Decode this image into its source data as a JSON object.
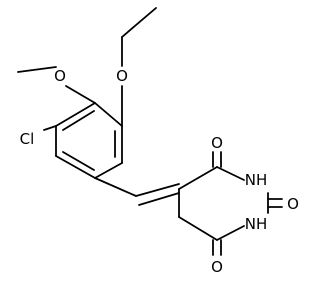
{
  "molecule": {
    "atoms": {
      "chlorine": "Cl",
      "ether_oxygen_ethoxy": "O",
      "ether_oxygen_methoxy": "O",
      "carbonyl_oxygen_top": "O",
      "carbonyl_oxygen_right": "O",
      "carbonyl_oxygen_bottom": "O",
      "nitrogen_top": "NH",
      "nitrogen_bottom": "NH"
    },
    "colors": {
      "bond": "#000000",
      "label": "#000000",
      "background": "#ffffff"
    }
  }
}
